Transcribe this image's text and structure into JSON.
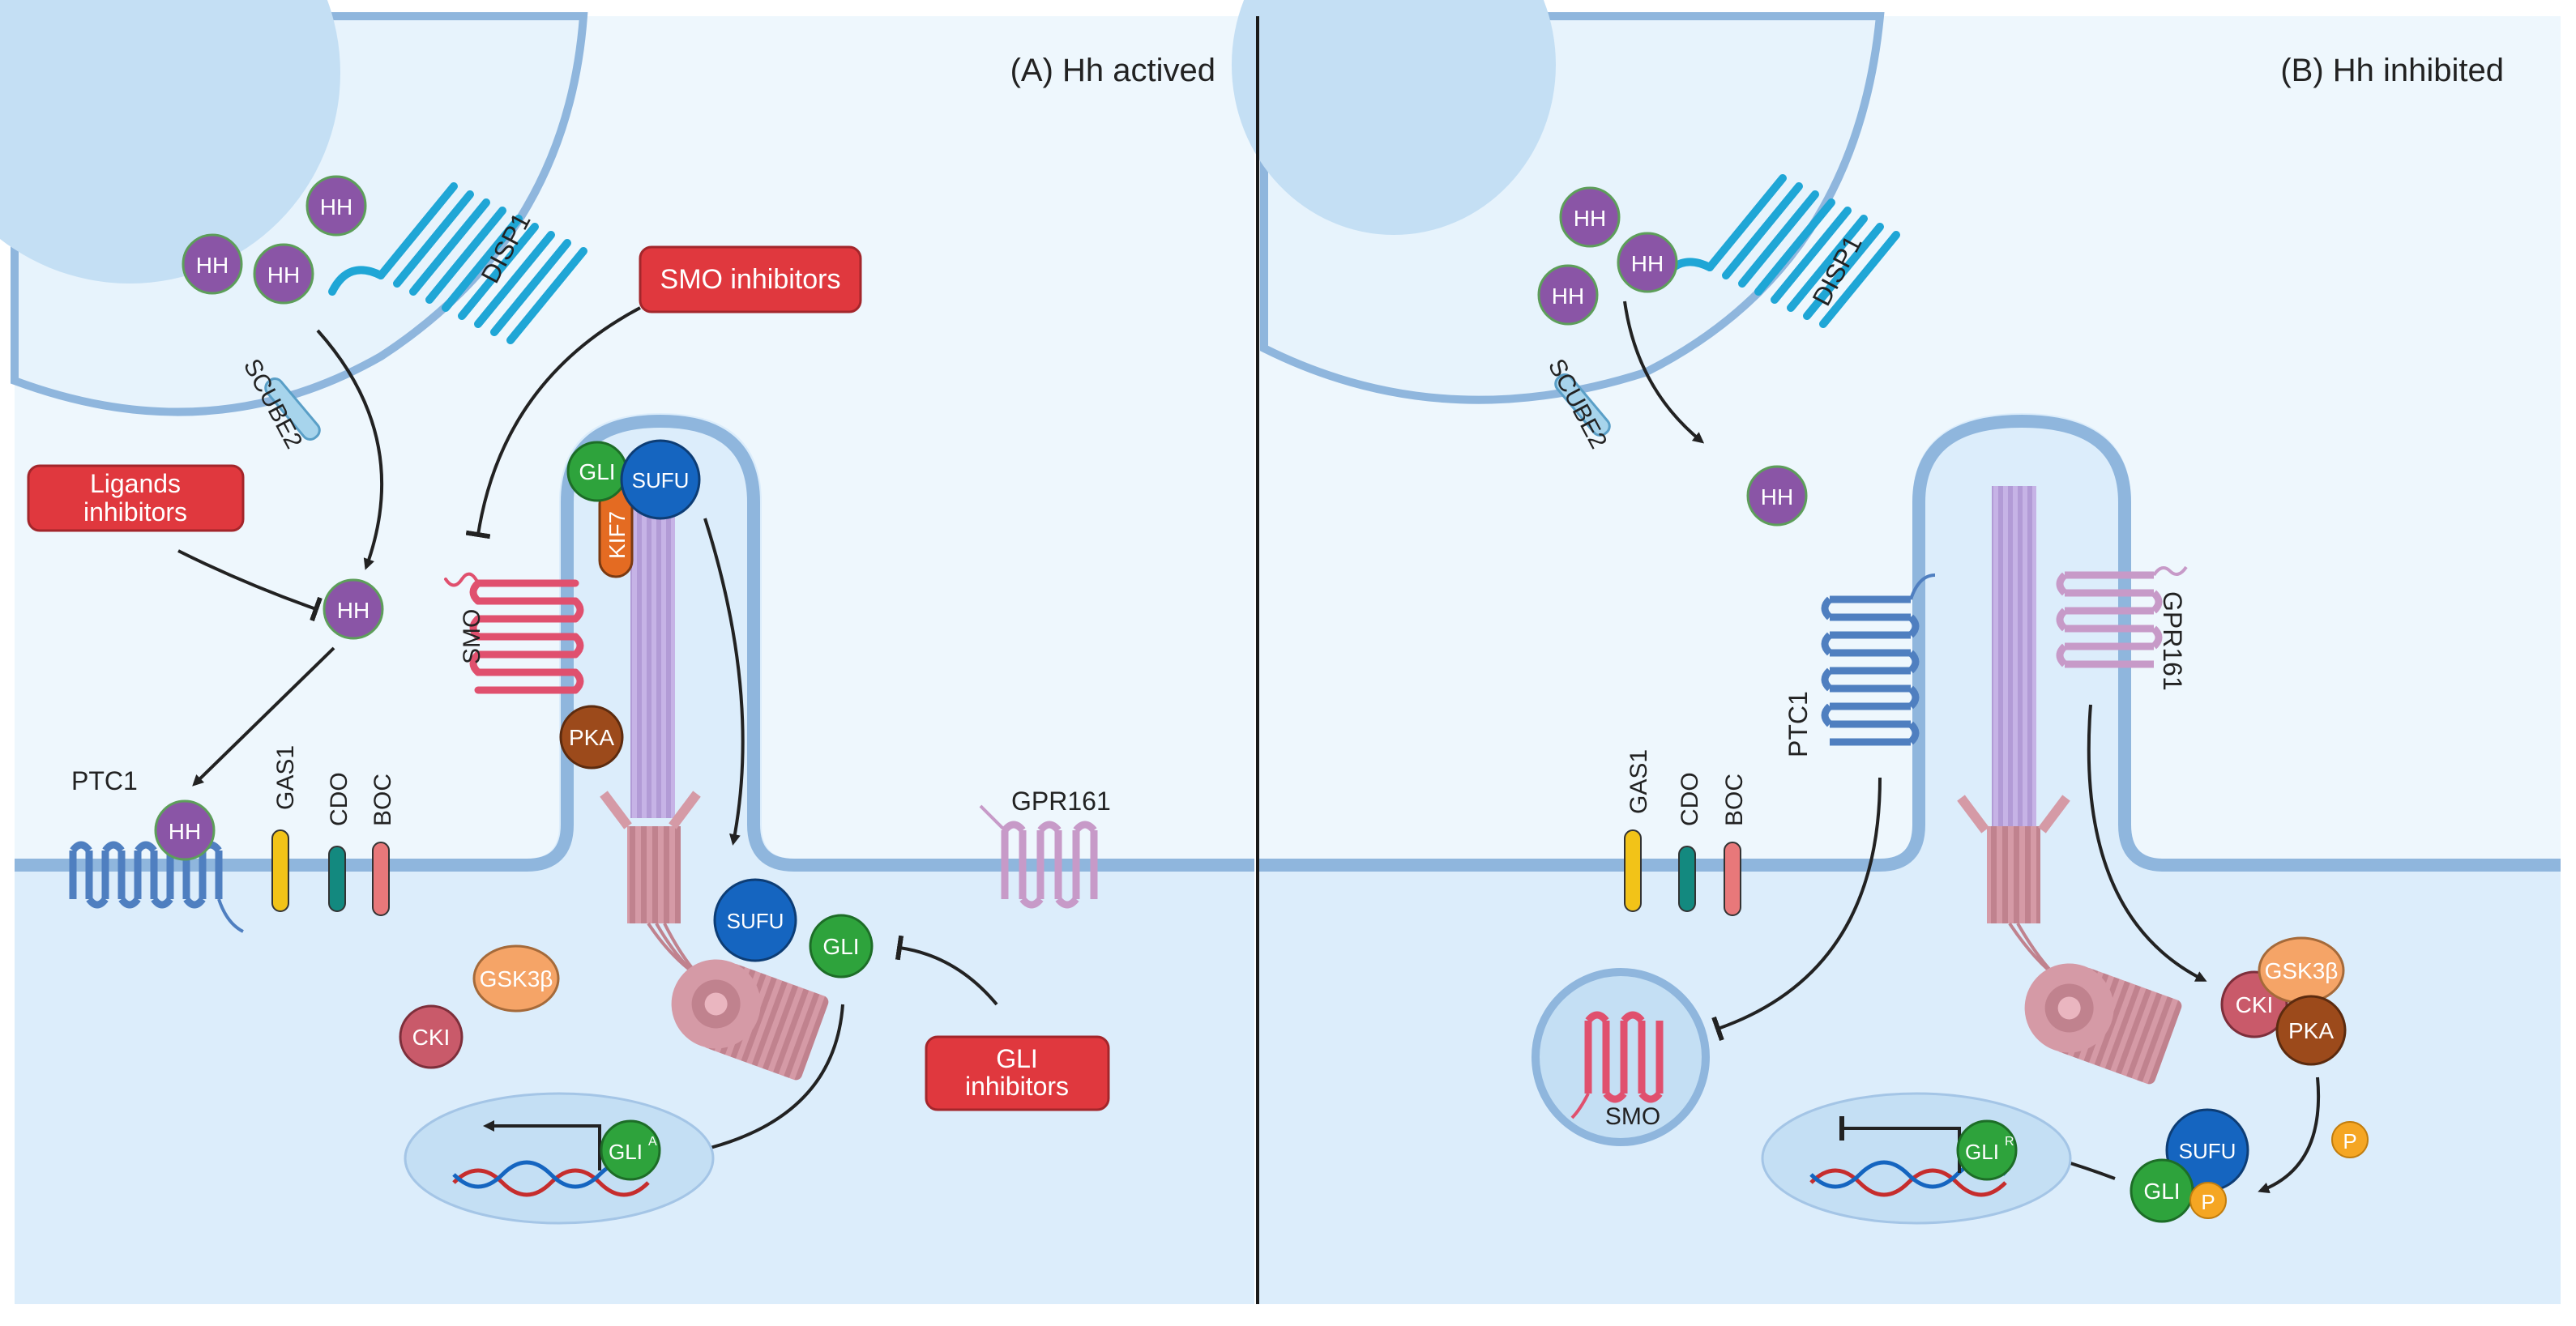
{
  "panels": {
    "a_title": "(A) Hh actived",
    "b_title": "(B) Hh inhibited"
  },
  "labels": {
    "disp1": "DISP1",
    "scube2": "SCUBE2",
    "hh": "HH",
    "ptc1": "PTC1",
    "gas1": "GAS1",
    "cdo": "CDO",
    "boc": "BOC",
    "smo": "SMO",
    "gpr161": "GPR161",
    "gli": "GLI",
    "sufu": "SUFU",
    "kif7": "KIF7",
    "pka": "PKA",
    "gsk3b": "GSK3β",
    "cki": "CKI",
    "gli_a_base": "GLI",
    "gli_a_sup": "A",
    "gli_r_base": "GLI",
    "gli_r_sup": "R",
    "p": "P"
  },
  "inhibitors": {
    "smo": "SMO inhibitors",
    "ligands_line1": "Ligands",
    "ligands_line2": "inhibitors",
    "gli_line1": "GLI",
    "gli_line2": "inhibitors"
  },
  "colors": {
    "inhibitor_box": "#e0383e",
    "hh": "#8a55a6",
    "gli": "#2ea33c",
    "sufu": "#1565c0",
    "pka": "#9c4a1b",
    "gsk3b": "#f5a467",
    "cki": "#c95a6a",
    "phospho": "#f5a623",
    "membrane": "#8fb6dd",
    "cytoplasm": "#dcedfb",
    "disp1": "#1fa6d6",
    "ptc1": "#4f7fc0",
    "smo": "#e0506e",
    "gpr161": "#c79ac8",
    "gas1": "#f2c318",
    "cdo": "#13897f",
    "boc": "#e8787a"
  }
}
